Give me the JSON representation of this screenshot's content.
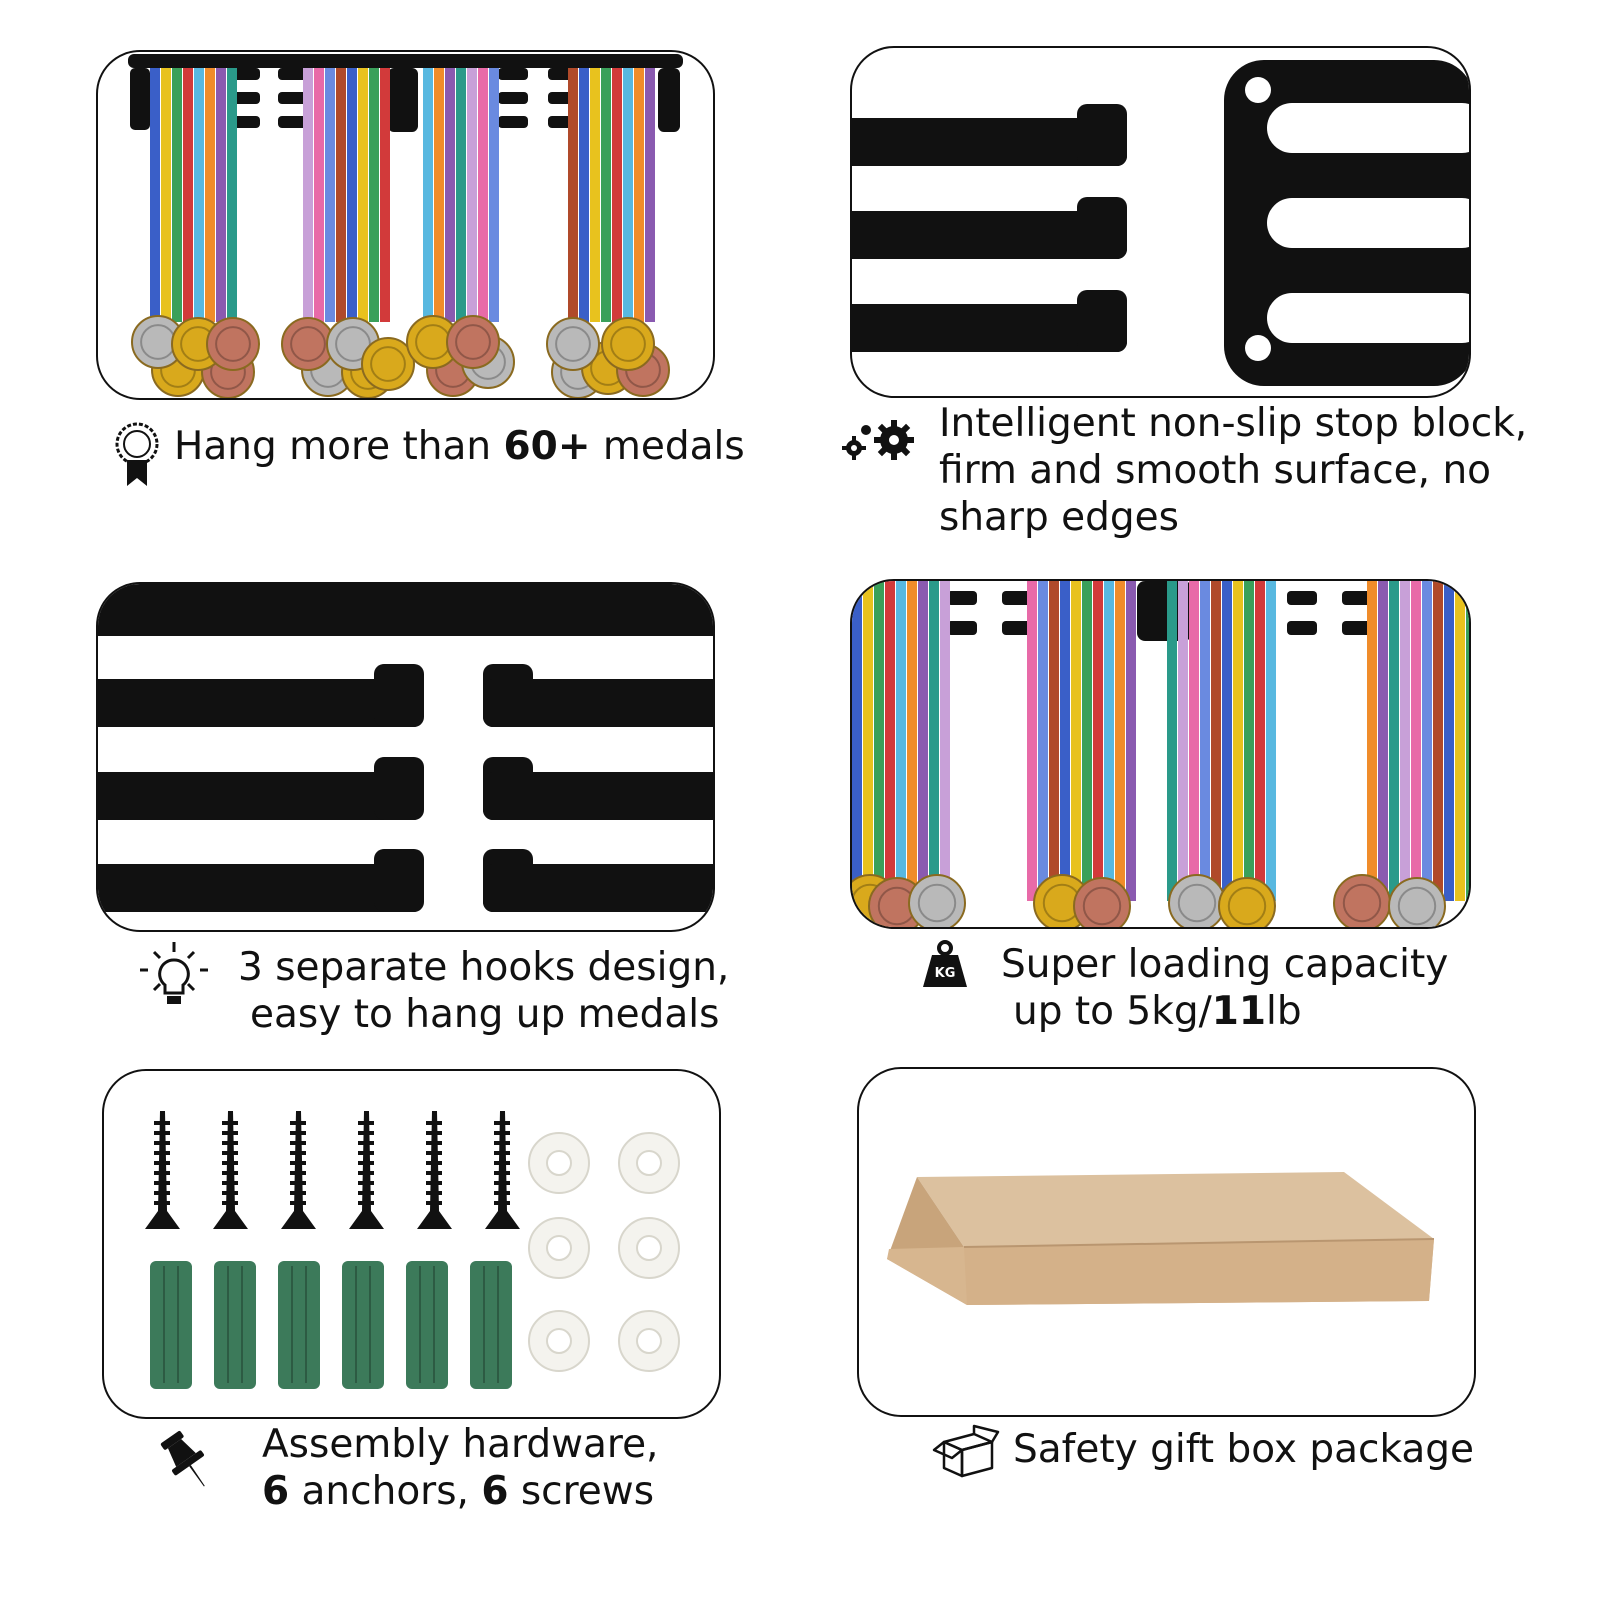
{
  "captions": {
    "medals": {
      "pre": "Hang more than ",
      "bold": "60+",
      "post": " medals",
      "icon": "award-ribbon-icon"
    },
    "stop_block": {
      "lines": [
        "Intelligent non-slip stop block,",
        "firm and smooth surface, no",
        "sharp edges"
      ],
      "icon": "gears-icon"
    },
    "hooks": {
      "lines": [
        "3 separate hooks design,",
        "easy to hang up medals"
      ],
      "icon": "lightbulb-icon"
    },
    "capacity": {
      "line1": "Super loading capacity",
      "line2_pre": "up to 5kg/",
      "line2_bold": "11",
      "line2_post": "lb",
      "icon": "kg-weight-icon",
      "icon_text": "KG"
    },
    "hardware": {
      "line1": "Assembly hardware,",
      "count1": "6",
      "word1": " anchors, ",
      "count2": "6",
      "word2": " screws",
      "icon": "push-pin-icon"
    },
    "package": {
      "text": "Safety gift box package",
      "icon": "box-icon"
    }
  },
  "colors": {
    "ink": "#111111",
    "box": "#d6b48e",
    "anchor": "#3c7a5a",
    "gold": "#d9a91c",
    "bronze": "#c07460",
    "silver": "#b9b9b9"
  }
}
